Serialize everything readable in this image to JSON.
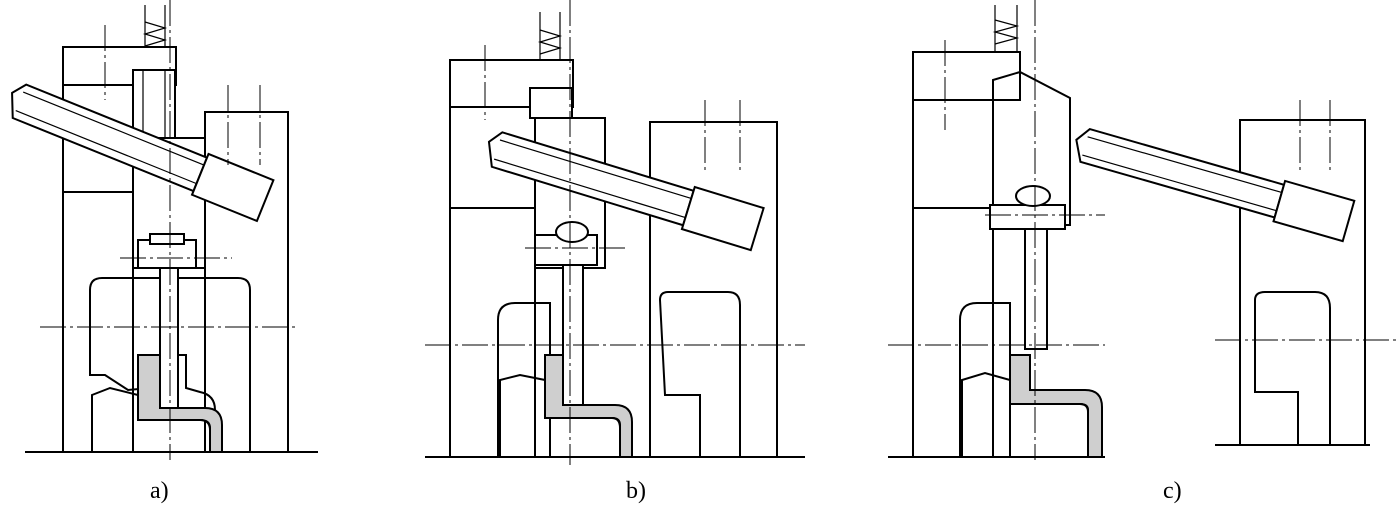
{
  "figure": {
    "captions": [
      "a)",
      "b)",
      "c)"
    ]
  },
  "style": {
    "line_color": "#000000",
    "part_fill_color": "#cfcfcf",
    "background_color": "#ffffff"
  }
}
